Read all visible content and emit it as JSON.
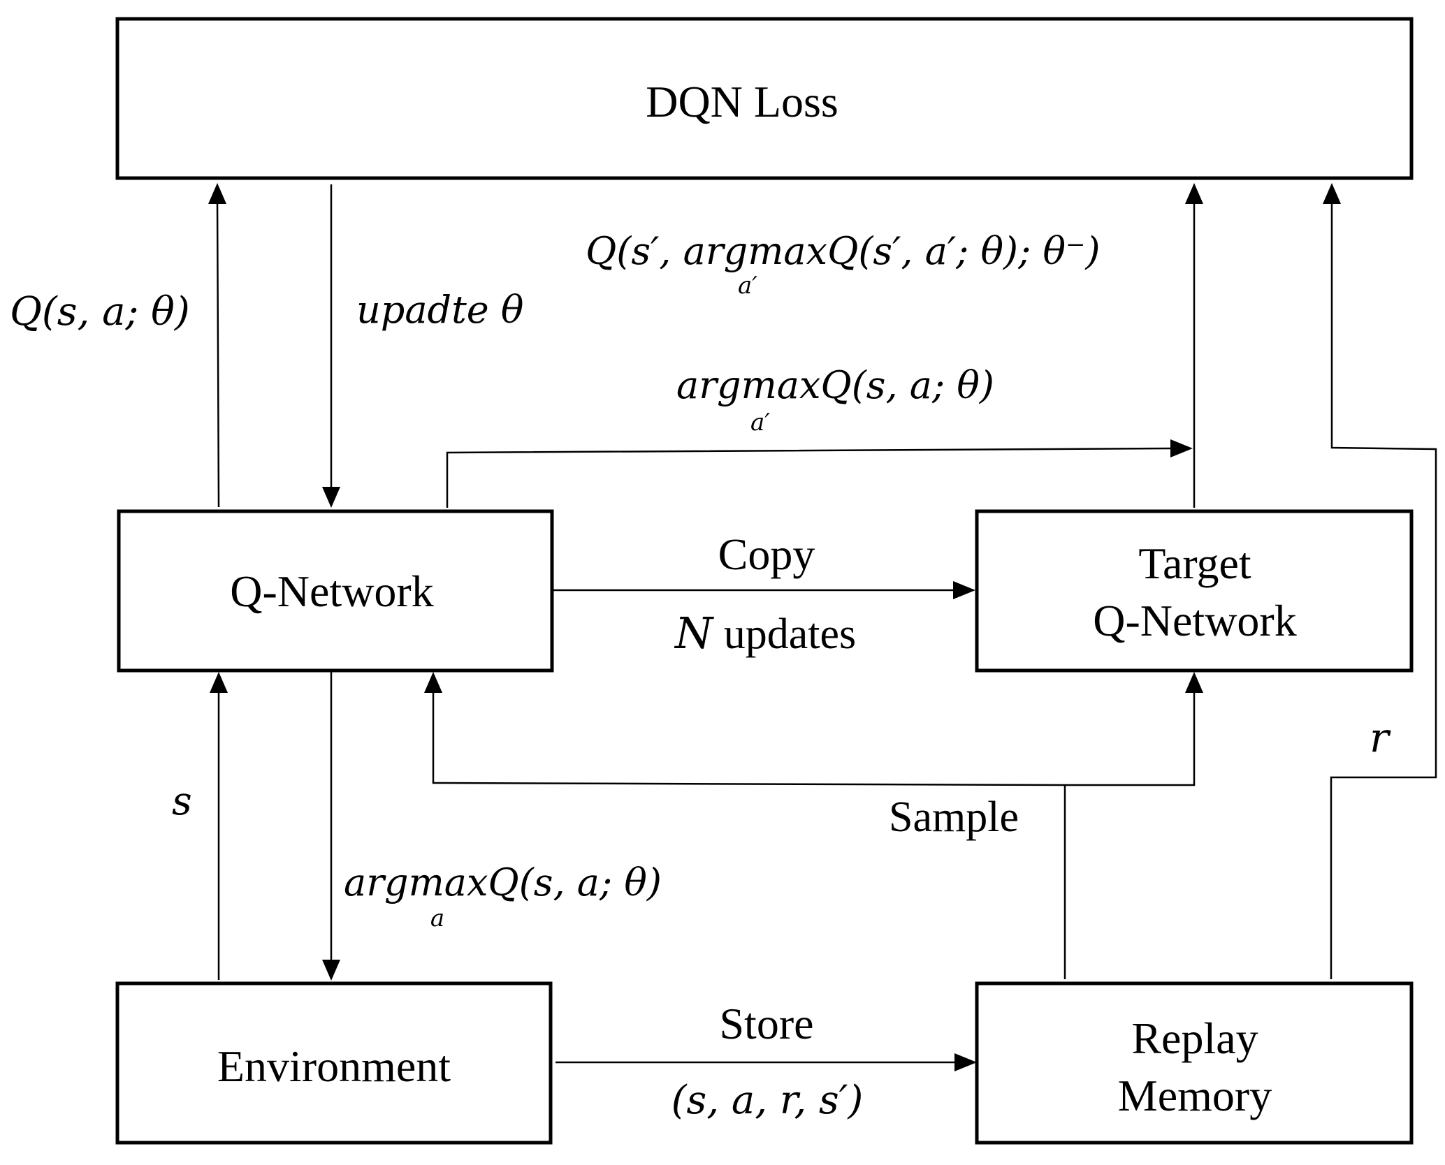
{
  "boxes": {
    "dqn_loss": "DQN Loss",
    "q_network": "Q-Network",
    "target_line1": "Target",
    "target_line2": "Q-Network",
    "environment": "Environment",
    "replay_line1": "Replay",
    "replay_line2": "Memory"
  },
  "edges": {
    "q_value": "Q(s, a; θ)",
    "update": "upadte θ",
    "target_q": "Q(s′, argmaxQ(s′, a′; θ); θ⁻)",
    "target_q_sub": "a′",
    "argmax_next": "argmaxQ(s, a; θ)",
    "argmax_next_sub": "a′",
    "copy": "Copy",
    "n_updates_var": "N",
    "n_updates_text": " updates",
    "state": "s",
    "argmax_action": "argmaxQ(s, a; θ)",
    "argmax_action_sub": "a",
    "sample": "Sample",
    "reward": "r",
    "store": "Store",
    "transition": "(s, a, r, s′)"
  }
}
